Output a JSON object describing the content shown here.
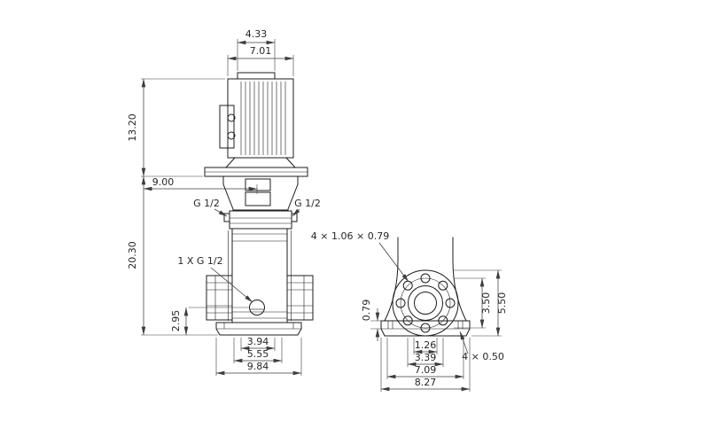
{
  "drawing": {
    "views": {
      "side": {
        "dims": {
          "fan_cover_width": "4.33",
          "motor_width": "7.01",
          "motor_height": "13.20",
          "clearance": "9.00",
          "pump_height": "20.30",
          "drain_height": "2.95",
          "port_flange_width": "3.94",
          "foot_width": "5.55",
          "base_width": "9.84"
        },
        "labels": {
          "left_port": "G 1/2",
          "right_port": "G 1/2",
          "drain_port": "1 X G 1/2"
        }
      },
      "end": {
        "dims": {
          "plate_thickness": "0.79",
          "bolt_circle": "3.50",
          "flange_height": "5.50",
          "bore_width": "1.26",
          "bolt_spacing": "3.39",
          "hole_spacing": "7.09",
          "base_width": "8.27"
        },
        "labels": {
          "flange_slots": "4 × 1.06  × 0.79",
          "base_holes": "4 × 0.50"
        }
      }
    },
    "colors": {
      "background": "#ffffff",
      "geometry": "#1c1c1c",
      "dimensions": "#3d3d3d",
      "text": "#262626"
    }
  }
}
